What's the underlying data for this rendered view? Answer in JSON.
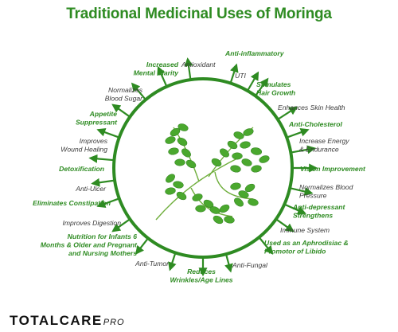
{
  "title": "Traditional Medicinal Uses of Moringa",
  "brand": {
    "name": "TOTALCARE",
    "suffix": "PRO"
  },
  "colors": {
    "green": "#2e8b22",
    "dark": "#3a3a3a",
    "leaf": "#4aa82e"
  },
  "uses": [
    {
      "lines": [
        "Anti-inflammatory"
      ],
      "style": "green"
    },
    {
      "lines": [
        "UTI"
      ],
      "style": "dark"
    },
    {
      "lines": [
        "Stimulates",
        "Hair Growth"
      ],
      "style": "green"
    },
    {
      "lines": [
        "Enhances Skin Health"
      ],
      "style": "dark"
    },
    {
      "lines": [
        "Anti-Cholesterol"
      ],
      "style": "green"
    },
    {
      "lines": [
        "Increase Energy",
        "& Endurance"
      ],
      "style": "dark"
    },
    {
      "lines": [
        "Vision Improvement"
      ],
      "style": "green"
    },
    {
      "lines": [
        "Normalizes Blood",
        "Pressure"
      ],
      "style": "dark"
    },
    {
      "lines": [
        "Anti-depressant",
        "Strengthens"
      ],
      "style": "green"
    },
    {
      "lines": [
        "Immune System"
      ],
      "style": "dark"
    },
    {
      "lines": [
        "Used as an Aphrodisiac &",
        "Promotor of Libido"
      ],
      "style": "green"
    },
    {
      "lines": [
        "Anti-Fungal"
      ],
      "style": "dark"
    },
    {
      "lines": [
        "Reduces",
        "Wrinkles/Age Lines"
      ],
      "style": "green"
    },
    {
      "lines": [
        "Anti-Tumor"
      ],
      "style": "dark"
    },
    {
      "lines": [
        "Nutrition for Infants 6",
        "Months & Older and Pregnant",
        "and Nursing Mothers"
      ],
      "style": "green"
    },
    {
      "lines": [
        "Improves Digestion"
      ],
      "style": "dark"
    },
    {
      "lines": [
        "Eliminates Constipation"
      ],
      "style": "green"
    },
    {
      "lines": [
        "Anti-Ulcer"
      ],
      "style": "dark"
    },
    {
      "lines": [
        "Detoxification"
      ],
      "style": "green"
    },
    {
      "lines": [
        "Improves",
        "Wound Healing"
      ],
      "style": "dark"
    },
    {
      "lines": [
        "Appetite",
        "Suppressant"
      ],
      "style": "green"
    },
    {
      "lines": [
        "Normalizes",
        "Blood Sugar"
      ],
      "style": "dark"
    },
    {
      "lines": [
        "Increased",
        "Mental Clarity"
      ],
      "style": "green"
    },
    {
      "lines": [
        "Antioxidant"
      ],
      "style": "dark"
    }
  ]
}
